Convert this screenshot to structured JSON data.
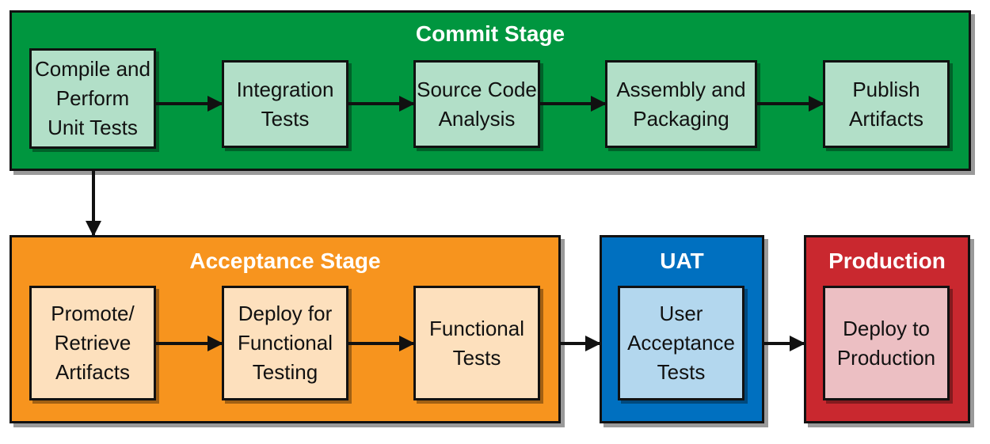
{
  "colors": {
    "commit": "#00963f",
    "commit_step": "#b2dfc8",
    "acceptance": "#f7941e",
    "acceptance_step": "#fde0bd",
    "uat": "#0070c0",
    "uat_step": "#b3d7ee",
    "production": "#c9282f",
    "production_step": "#ecbfc3",
    "border": "#111111"
  },
  "commit": {
    "title": "Commit Stage",
    "steps": [
      "Compile and\nPerform\nUnit Tests",
      "Integration\nTests",
      "Source Code\nAnalysis",
      "Assembly and\nPackaging",
      "Publish\nArtifacts"
    ]
  },
  "acceptance": {
    "title": "Acceptance Stage",
    "steps": [
      "Promote/\nRetrieve\nArtifacts",
      "Deploy for\nFunctional\nTesting",
      "Functional\nTests"
    ]
  },
  "uat": {
    "title": "UAT",
    "steps": [
      "User\nAcceptance\nTests"
    ]
  },
  "production": {
    "title": "Production",
    "steps": [
      "Deploy to\nProduction"
    ]
  }
}
